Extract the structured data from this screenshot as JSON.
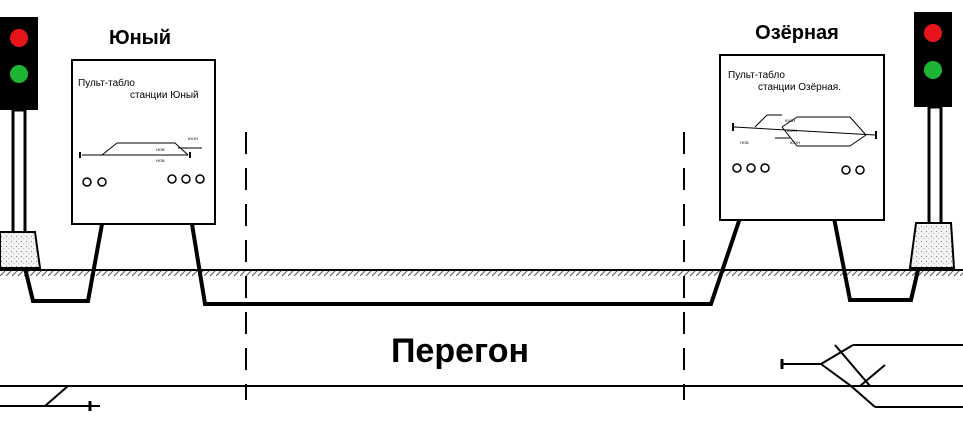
{
  "stations": {
    "left": {
      "name": "Юный",
      "panel_line1": "Пульт-табло",
      "panel_line2": "станции Юный",
      "track_labels": [
        "ЮОН",
        "НОВ",
        "НОВ"
      ],
      "signal_colors": {
        "top": "#e8141b",
        "bottom": "#1fb534"
      }
    },
    "right": {
      "name": "Озёрная",
      "panel_line1": "Пульт-табло",
      "panel_line2": "станции Озёрная.",
      "track_labels": [
        "ЮОН",
        "ЮОН",
        "НОВ",
        "ЮОН"
      ],
      "signal_colors": {
        "top": "#e8141b",
        "bottom": "#1fb534"
      }
    }
  },
  "section_label": "Перегон"
}
